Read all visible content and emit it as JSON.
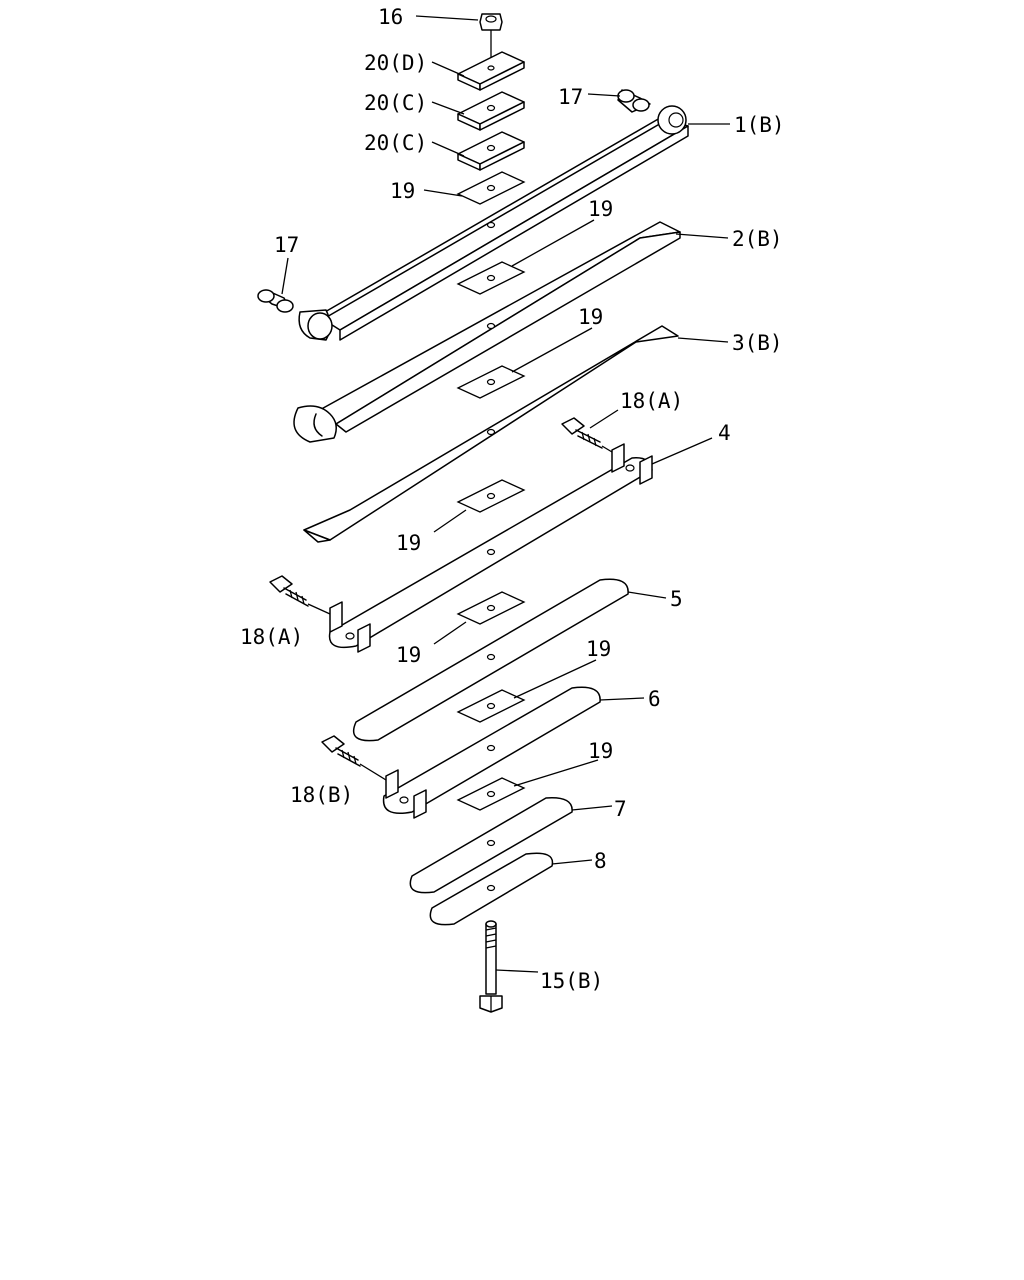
{
  "callouts": {
    "c16": "16",
    "c20d": "20(D)",
    "c20c_1": "20(C)",
    "c20c_2": "20(C)",
    "c17_right": "17",
    "c1b": "1(B)",
    "c19_a": "19",
    "c19_b": "19",
    "c17_left": "17",
    "c2b": "2(B)",
    "c19_c": "19",
    "c3b": "3(B)",
    "c18a_right": "18(A)",
    "c4": "4",
    "c19_d": "19",
    "c18a_left": "18(A)",
    "c5": "5",
    "c19_e": "19",
    "c19_f": "19",
    "c6": "6",
    "c18b": "18(B)",
    "c19_g": "19",
    "c7": "7",
    "c8": "8",
    "c15b": "15(B)"
  }
}
